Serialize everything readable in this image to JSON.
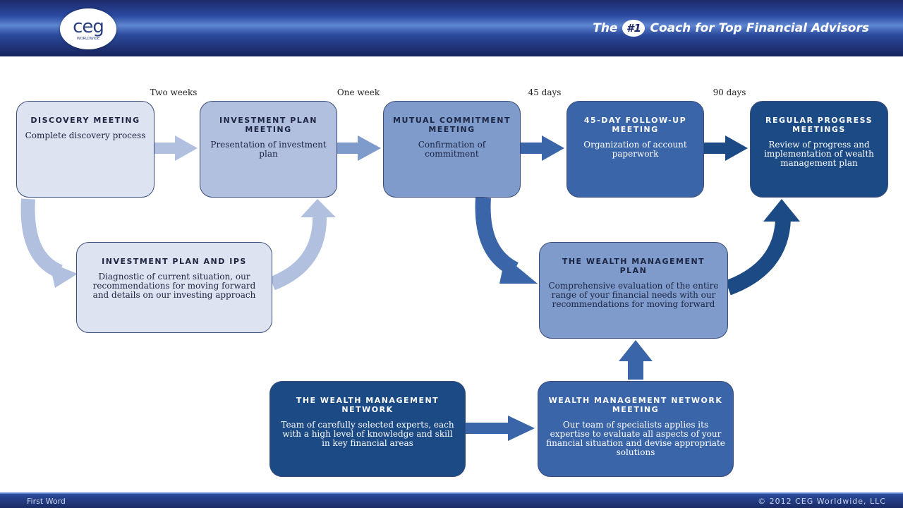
{
  "header": {
    "logo_text": "ceg",
    "logo_subtext": "WORLDWIDE",
    "tagline_prefix": "The",
    "tagline_badge": "#1",
    "tagline_suffix": "Coach for Top Financial Advisors"
  },
  "timeline": [
    "Two weeks",
    "One week",
    "45 days",
    "90 days"
  ],
  "boxes": {
    "discovery": {
      "title": "DISCOVERY MEETING",
      "text": "Complete discovery process"
    },
    "investment_plan": {
      "title": "INVESTMENT PLAN MEETING",
      "text": "Presentation of investment plan"
    },
    "mutual_commitment": {
      "title": "MUTUAL COMMITMENT MEETING",
      "text": "Confirmation of commitment"
    },
    "follow_up": {
      "title": "45-DAY FOLLOW-UP MEETING",
      "text": "Organization of account paperwork"
    },
    "regular_progress": {
      "title": "REGULAR PROGRESS MEETINGS",
      "text": "Review of progress and implementation of wealth management plan"
    },
    "plan_ips": {
      "title": "INVESTMENT PLAN AND IPS",
      "text": "Diagnostic of current situation, our recommendations for moving forward and details on our investing approach"
    },
    "wealth_plan": {
      "title": "THE WEALTH MANAGEMENT PLAN",
      "text": "Comprehensive evaluation of the entire range of your financial needs with our recommendations for moving forward"
    },
    "wealth_network": {
      "title": "THE WEALTH MANAGEMENT NETWORK",
      "text": "Team of carefully selected experts, each with a high level of knowledge and skill in key financial areas"
    },
    "network_meeting": {
      "title": "WEALTH MANAGEMENT NETWORK MEETING",
      "text": "Our team of specialists applies its expertise to evaluate all aspects of your financial situation and devise appropriate solutions"
    }
  },
  "footer": {
    "left": "First Word",
    "right": "© 2012 CEG Worldwide, LLC"
  },
  "colors": {
    "tint_1": "#dde3f0",
    "tint_2": "#b1c0de",
    "tint_3": "#7e9bcc",
    "tint_4": "#3a65a8",
    "tint_5": "#1b4a85",
    "header_blue": "#1d2a6a"
  }
}
